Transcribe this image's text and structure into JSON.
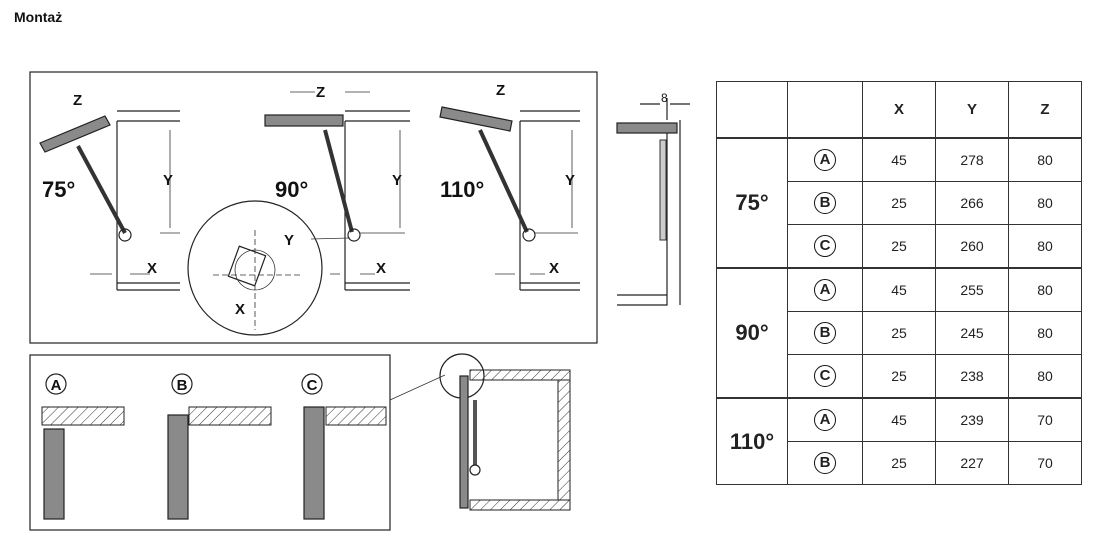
{
  "title": "Montaż",
  "diagram": {
    "angles": [
      "75°",
      "90°",
      "110°"
    ],
    "dims": {
      "x": "X",
      "y": "Y",
      "z": "Z"
    },
    "side_dim": "8",
    "variants": [
      "A",
      "B",
      "C"
    ]
  },
  "table": {
    "headers": [
      "X",
      "Y",
      "Z"
    ],
    "groups": [
      {
        "angle": "75°",
        "rows": [
          {
            "v": "A",
            "x": "45",
            "y": "278",
            "z": "80"
          },
          {
            "v": "B",
            "x": "25",
            "y": "266",
            "z": "80"
          },
          {
            "v": "C",
            "x": "25",
            "y": "260",
            "z": "80"
          }
        ]
      },
      {
        "angle": "90°",
        "rows": [
          {
            "v": "A",
            "x": "45",
            "y": "255",
            "z": "80"
          },
          {
            "v": "B",
            "x": "25",
            "y": "245",
            "z": "80"
          },
          {
            "v": "C",
            "x": "25",
            "y": "238",
            "z": "80"
          }
        ]
      },
      {
        "angle": "110°",
        "rows": [
          {
            "v": "A",
            "x": "45",
            "y": "239",
            "z": "70"
          },
          {
            "v": "B",
            "x": "25",
            "y": "227",
            "z": "70"
          }
        ]
      }
    ]
  }
}
